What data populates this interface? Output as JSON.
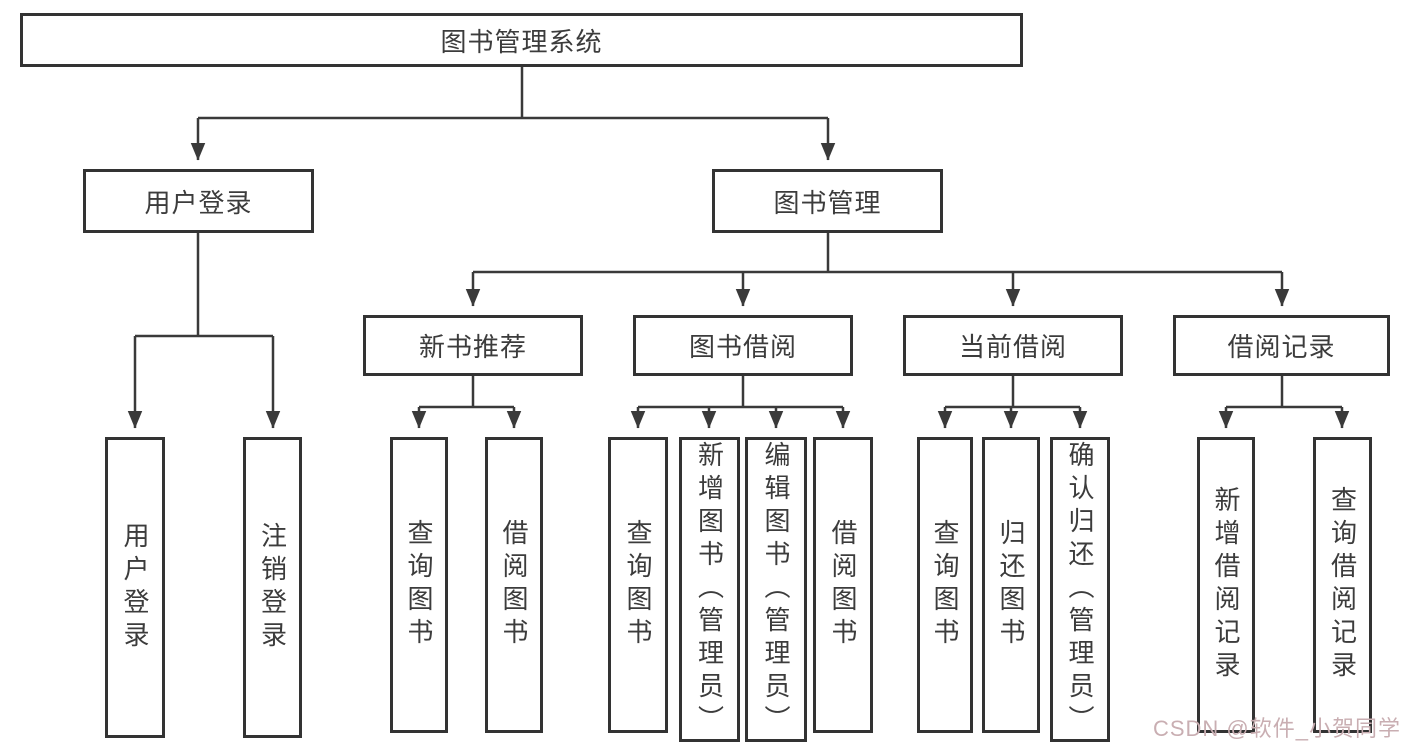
{
  "diagram": {
    "type": "hierarchy-tree",
    "orientation": "top-down",
    "tree": {
      "root": {
        "label": "图书管理系统",
        "children": [
          {
            "label": "用户登录",
            "children": [
              {
                "label": "用户登录"
              },
              {
                "label": "注销登录"
              }
            ]
          },
          {
            "label": "图书管理",
            "children": [
              {
                "label": "新书推荐",
                "children": [
                  {
                    "label": "查询图书"
                  },
                  {
                    "label": "借阅图书"
                  }
                ]
              },
              {
                "label": "图书借阅",
                "children": [
                  {
                    "label": "查询图书"
                  },
                  {
                    "label": "新增图书（管理员）"
                  },
                  {
                    "label": "编辑图书（管理员）"
                  },
                  {
                    "label": "借阅图书"
                  }
                ]
              },
              {
                "label": "当前借阅",
                "children": [
                  {
                    "label": "查询图书"
                  },
                  {
                    "label": "归还图书"
                  },
                  {
                    "label": "确认归还（管理员）"
                  }
                ]
              },
              {
                "label": "借阅记录",
                "children": [
                  {
                    "label": "新增借阅记录"
                  },
                  {
                    "label": "查询借阅记录"
                  }
                ]
              }
            ]
          }
        ]
      }
    },
    "colors": {
      "box_border": "#333333",
      "connector_line": "#3a3a3a",
      "text": "#3c3c3c",
      "background": "#ffffff",
      "watermark": "#c9aeb2"
    }
  },
  "watermark": {
    "text": "CSDN @软件_小贺同学"
  }
}
